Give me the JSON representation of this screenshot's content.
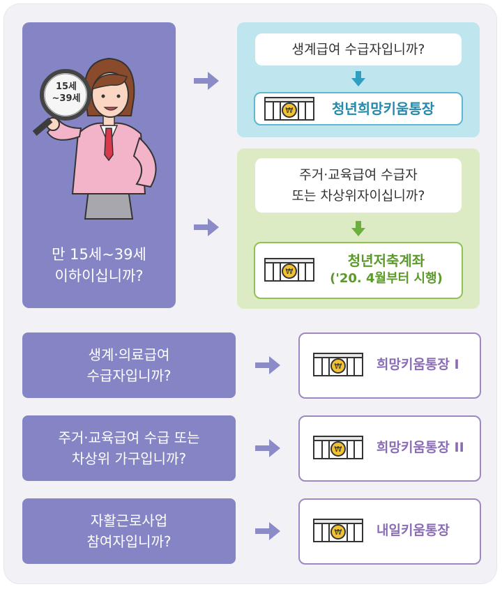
{
  "main_question": {
    "line1": "만 15세~39세",
    "line2": "이하이십니까?",
    "magnifier_line1": "15세",
    "magnifier_line2": "~39세"
  },
  "branch_blue": {
    "question": "생계급여 수급자입니까?",
    "account": "청년희망키움통장"
  },
  "branch_green": {
    "question_line1": "주거·교육급여 수급자",
    "question_line2": "또는 차상위자이십니까?",
    "account_line1": "청년저축계좌",
    "account_line2": "('20. 4월부터 시행)"
  },
  "rows": [
    {
      "q1": "생계·의료급여",
      "q2": "수급자입니까?",
      "account": "희망키움통장 I"
    },
    {
      "q1": "주거·교육급여 수급 또는",
      "q2": "차상위 가구입니까?",
      "account": "희망키움통장 II"
    },
    {
      "q1": "자활근로사업",
      "q2": "참여자입니까?",
      "account": "내일키움통장"
    }
  ],
  "colors": {
    "panel_purple": "#8585c5",
    "panel_blue": "#bfe5ef",
    "panel_green": "#dcebc4",
    "arrow_purple": "#8b8bc8",
    "text_blue": "#2489ab",
    "text_green": "#5b9a2a",
    "text_purple": "#8a6cb6"
  }
}
